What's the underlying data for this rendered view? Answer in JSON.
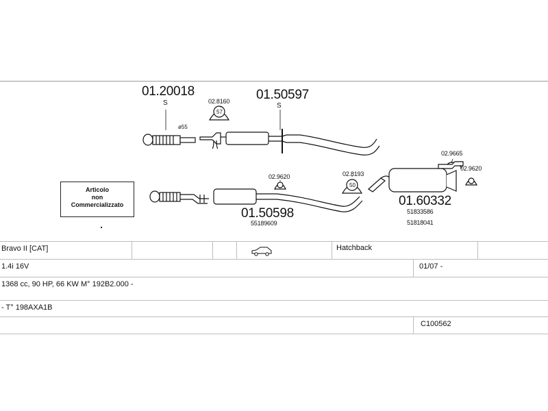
{
  "parts": {
    "front_pipe": {
      "code": "01.20018",
      "type": "S"
    },
    "diameter_note": "ø55",
    "clamp_1": {
      "code": "02.8160",
      "size": "57"
    },
    "middle_box_1": {
      "code": "01.50597",
      "type": "S"
    },
    "clamp_2": {
      "code": "02.9620"
    },
    "middle_box_2": {
      "code": "01.50598",
      "oe": "55189609"
    },
    "clamp_3": {
      "code": "02.8193",
      "size": "50"
    },
    "rear_box": {
      "code": "01.60332",
      "oe_1": "51833586",
      "oe_2": "51818041"
    },
    "rubber_mount": {
      "code": "02.9665"
    },
    "clamp_4": {
      "code": "02.9620"
    }
  },
  "notice": {
    "line1": "Articolo",
    "line2": "non",
    "line3": "Commercializzato"
  },
  "vehicle": {
    "model": "Bravo II  [CAT]",
    "body": "Hatchback",
    "engine": "1.4i 16V",
    "date": "01/07 -",
    "specs": "1368 cc, 90 HP, 66 KW M° 192B2.000 -",
    "type_code": "- T° 198AXA1B",
    "ref": "C100562"
  }
}
